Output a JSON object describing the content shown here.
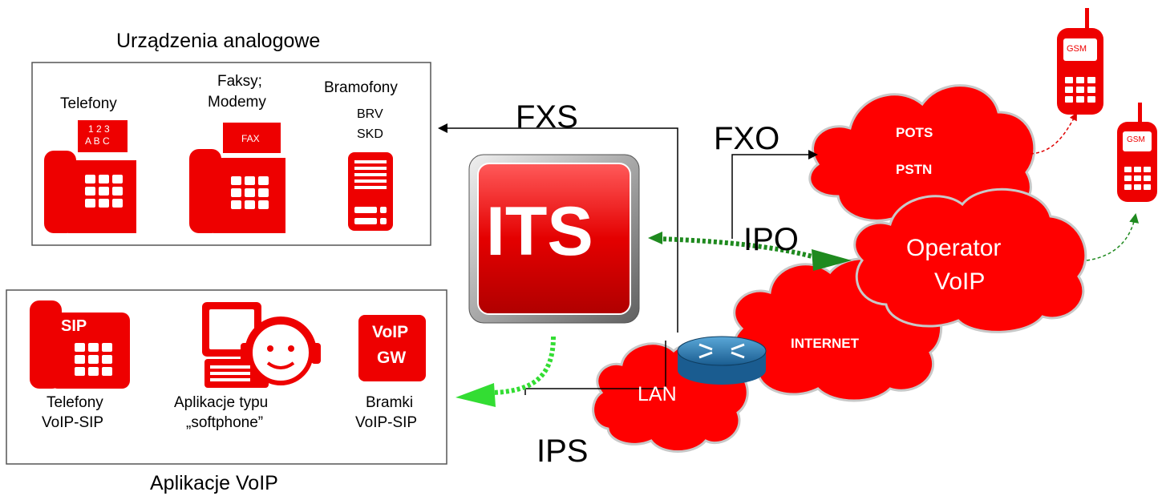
{
  "analog": {
    "title": "Urządzenia analogowe",
    "phones": "Telefony",
    "phone_keys_top": "1 2 3",
    "phone_keys_bottom": "A B C",
    "fax_line1": "Faksy;",
    "fax_line2": "Modemy",
    "fax_tag": "FAX",
    "door_title": "Bramofony",
    "door_sub1": "BRV",
    "door_sub2": "SKD"
  },
  "voip": {
    "title": "Aplikacje VoIP",
    "sip_tag": "SIP",
    "sip_line1": "Telefony",
    "sip_line2": "VoIP-SIP",
    "soft_line1": "Aplikacje typu",
    "soft_line2": "„softphone”",
    "gw_tag1": "VoIP",
    "gw_tag2": "GW",
    "gw_line1": "Bramki",
    "gw_line2": "VoIP-SIP"
  },
  "center": {
    "logo": "ITS"
  },
  "links": {
    "fxs": "FXS",
    "fxo": "FXO",
    "ipo": "IPO",
    "ips": "IPS"
  },
  "clouds": {
    "pots": "POTS",
    "pstn": "PSTN",
    "operator1": "Operator",
    "operator2": "VoIP",
    "internet": "INTERNET",
    "lan": "LAN"
  },
  "gsm": {
    "label": "GSM"
  },
  "colors": {
    "device_red": "#ee0000",
    "cloud_red": "#ff0000",
    "ipo_arrow": "#1f8a1f",
    "ips_arrow": "#33dd33"
  }
}
